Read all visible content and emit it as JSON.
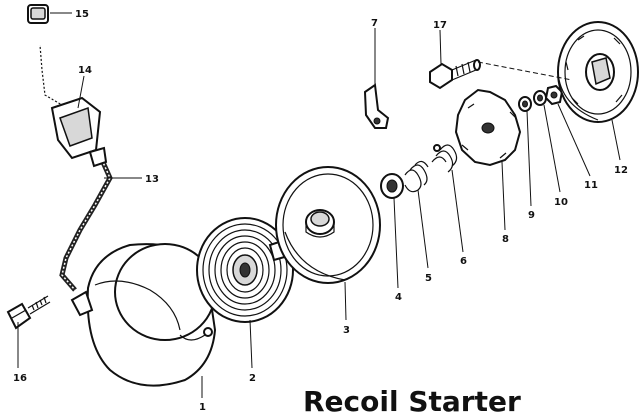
{
  "title": "Recoil Starter",
  "callouts": {
    "p1": "1",
    "p2": "2",
    "p3": "3",
    "p4": "4",
    "p5": "5",
    "p6": "6",
    "p7": "7",
    "p8": "8",
    "p9": "9",
    "p10": "10",
    "p11": "11",
    "p12": "12",
    "p13": "13",
    "p14": "14",
    "p15": "15",
    "p16": "16",
    "p17": "17"
  }
}
